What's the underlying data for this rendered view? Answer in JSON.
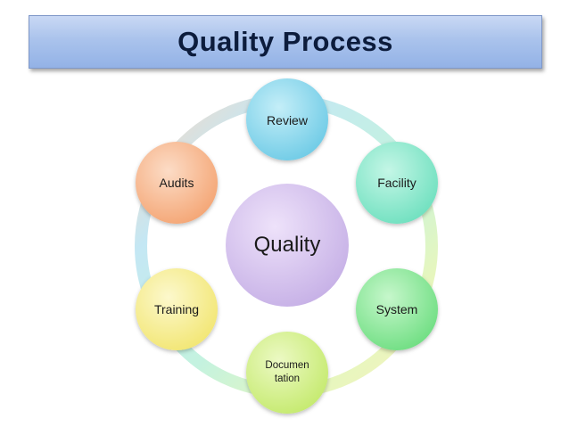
{
  "title": "Quality Process",
  "center": {
    "label": "Quality",
    "color": "#d9c8ee"
  },
  "nodes": [
    {
      "id": "review",
      "label": "Review",
      "color": "#8fd7ec"
    },
    {
      "id": "facility",
      "label": "Facility",
      "color": "#8fe9cf"
    },
    {
      "id": "system",
      "label": "System",
      "color": "#8fea9a"
    },
    {
      "id": "documentation",
      "label": "Documen\ntation",
      "color": "#cff08a"
    },
    {
      "id": "training",
      "label": "Training",
      "color": "#f7ee8f"
    },
    {
      "id": "audits",
      "label": "Audits",
      "color": "#f7b98f"
    }
  ]
}
